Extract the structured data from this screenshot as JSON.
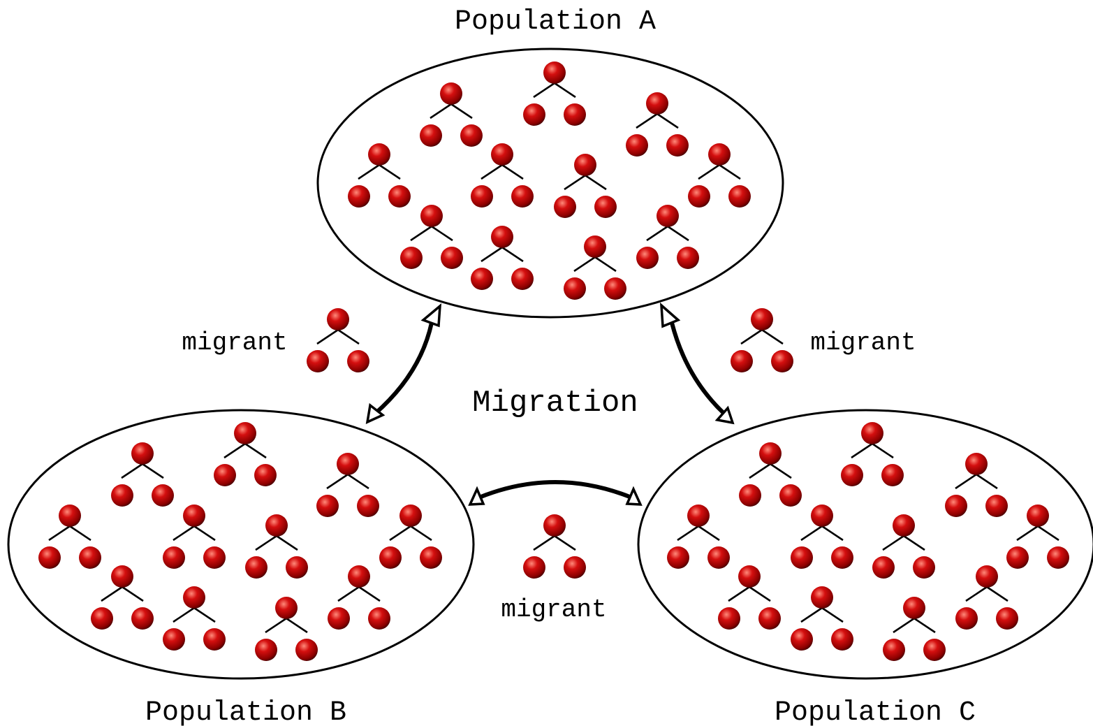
{
  "populations": {
    "a": {
      "title": "Population A"
    },
    "b": {
      "title": "Population B"
    },
    "c": {
      "title": "Population C"
    }
  },
  "migration": {
    "title": "Migration",
    "migrant_label": "migrant"
  },
  "colors": {
    "individual_fill": "#c40000",
    "individual_shadow": "#4a0000",
    "individual_highlight": "#ff8a7a",
    "outline": "#000000",
    "background": "#ffffff"
  }
}
